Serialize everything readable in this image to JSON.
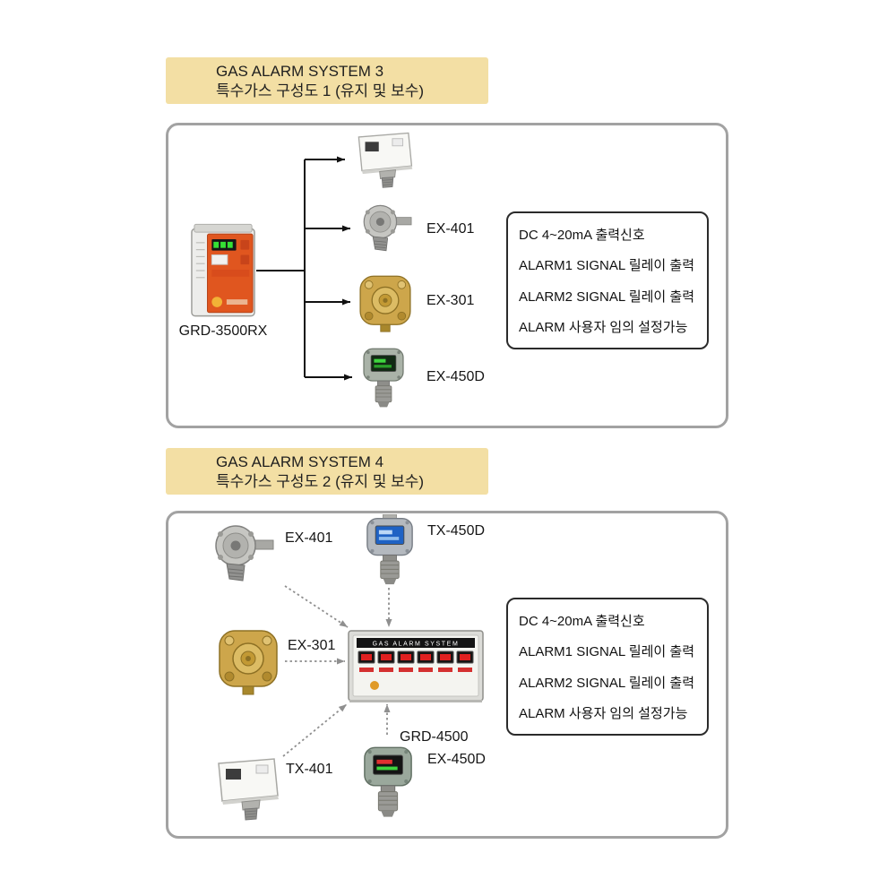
{
  "colors": {
    "header_bg": "#f3dfa4",
    "box_border": "#a2a2a2",
    "spec_border": "#2b2b2b",
    "solid_line": "#111111",
    "dotted_line": "#8f8f8f",
    "brass": "#cda64b",
    "controller_orange": "#e0561f",
    "panel_led_red": "#e02020",
    "lcd_green": "#3ed43e",
    "lcd_blue": "#1f62c4"
  },
  "section1": {
    "title": "GAS ALARM SYSTEM 3",
    "subtitle": "특수가스 구성도 1 (유지 및 보수)",
    "controller_label": "GRD-3500RX",
    "labels": {
      "ex401": "EX-401",
      "ex301": "EX-301",
      "ex450d": "EX-450D"
    },
    "info_lines": [
      "DC 4~20mA 출력신호",
      "ALARM1 SIGNAL 릴레이 출력",
      "ALARM2 SIGNAL 릴레이 출력",
      "ALARM 사용자 임의 설정가능"
    ]
  },
  "section2": {
    "title": "GAS ALARM SYSTEM 4",
    "subtitle": "특수가스 구성도 2 (유지 및 보수)",
    "panel_label": "GRD-4500",
    "panel_display_title": "GAS ALARM SYSTEM",
    "labels": {
      "ex401": "EX-401",
      "tx450d": "TX-450D",
      "ex301": "EX-301",
      "tx401": "TX-401",
      "ex450d": "EX-450D"
    },
    "info_lines": [
      "DC 4~20mA 출력신호",
      "ALARM1 SIGNAL 릴레이 출력",
      "ALARM2 SIGNAL 릴레이 출력",
      "ALARM 사용자 임의 설정가능"
    ]
  }
}
